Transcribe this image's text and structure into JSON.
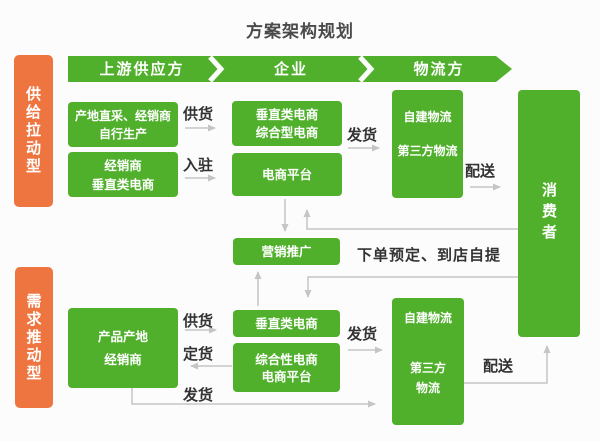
{
  "title": "方案架构规划",
  "colors": {
    "green": "#50b02c",
    "orange": "#ee7440",
    "connector_gray": "#c5c5c5",
    "label_text": "#333333",
    "box_text": "#ffffff"
  },
  "ribbon": {
    "labels": [
      "上游供应方",
      "企业",
      "物流方"
    ]
  },
  "side_labels": {
    "supply_pull": "供给拉动型",
    "demand_push": "需求推动型"
  },
  "boxes": {
    "origin_direct": {
      "line1": "产地直采、经销商",
      "line2": "自行生产"
    },
    "distributor_vertical": {
      "line1": "经销商",
      "line2": "垂直类电商"
    },
    "vertical_comprehensive": {
      "line1": "垂直类电商",
      "line2": "综合型电商"
    },
    "ecommerce_platform": {
      "line1": "电商平台"
    },
    "logistics_top": {
      "line1": "自建物流",
      "line2": "第三方物流"
    },
    "consumer": {
      "line1": "消费者"
    },
    "marketing": {
      "line1": "营销推广"
    },
    "product_origin": {
      "line1": "产品产地",
      "line2": "经销商"
    },
    "vertical_bottom": {
      "line1": "垂直类电商"
    },
    "comprehensive_platform": {
      "line1": "综合性电商",
      "line2": "电商平台"
    },
    "logistics_bottom": {
      "line1": "自建物流",
      "line2": "第三方",
      "line3": "物流"
    }
  },
  "edge_labels": {
    "supply_top": "供货",
    "enter": "入驻",
    "ship_top": "发货",
    "deliver_top": "配送",
    "order_pickup": "下单预定、到店自提",
    "supply_bottom": "供货",
    "order_bottom": "定货",
    "ship_bottom_left": "发货",
    "ship_bottom_mid": "发货",
    "deliver_bottom": "配送"
  }
}
